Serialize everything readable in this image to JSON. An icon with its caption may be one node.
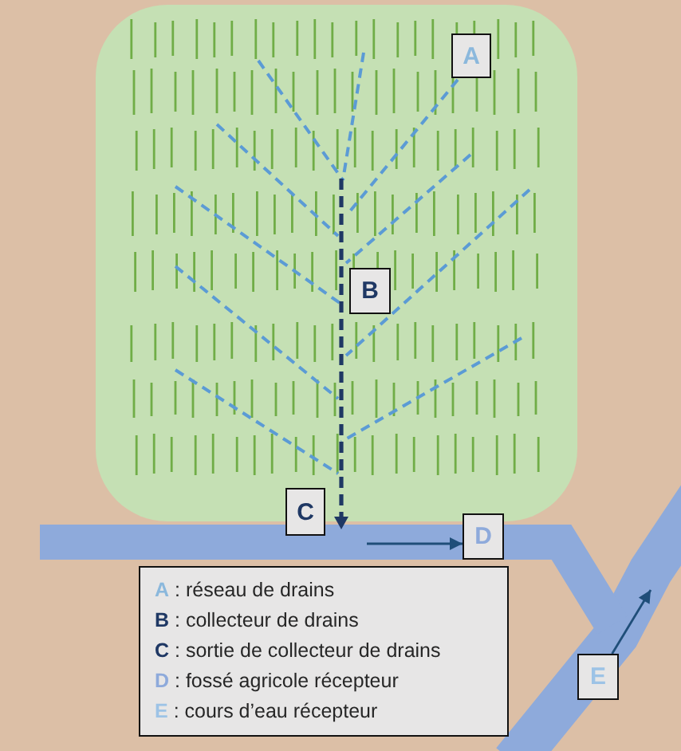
{
  "diagram": {
    "nodes": [
      {
        "text": [
          "A"
        ]
      },
      {
        "text": [
          "B"
        ]
      },
      {
        "text": [
          "C"
        ]
      },
      {
        "text": [
          "D"
        ]
      },
      {
        "text": [
          "E"
        ]
      },
      {
        "text": [
          "**A** : réseau de drains",
          "**B** : collecteur de drains",
          "**C** : sortie de collecteur de drains",
          "**D** : fossé agricole récepteur",
          "**E** : cours d’eau récepteur"
        ]
      }
    ],
    "edges": [
      {
        "from": null,
        "to": 3,
        "arrow": "to"
      },
      {
        "from": 4,
        "to": null,
        "arrow": "to"
      }
    ]
  }
}
